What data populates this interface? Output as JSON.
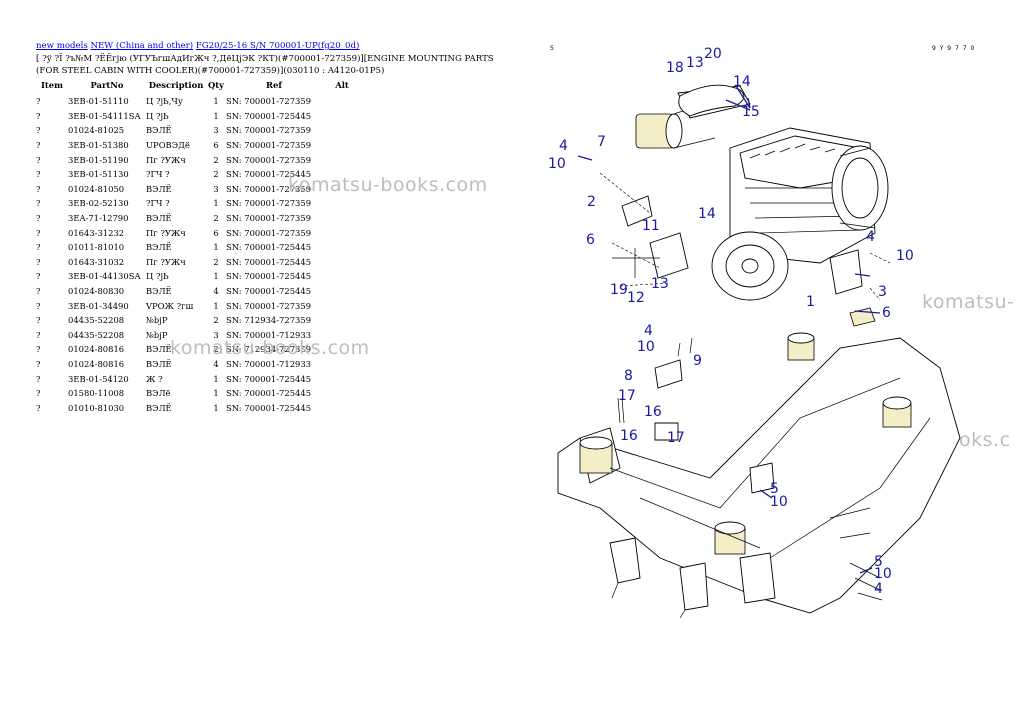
{
  "breadcrumb": {
    "link1": "new models",
    "link2": "NEW (China and other)",
    "link3": "FG20/25-16 S/N 700001-UP(fg20_0d)"
  },
  "title": "[ ?ў ?Ї ?ъ№М ?ЁЁгјю (УГУЪгшАдИгЖч ?,ДёЦјЭК ?КТ)(#700001-727359)][ENGINE MOUNTING PARTS (FOR STEEL CABIN WITH COOLER)(#700001-727359)](030110 : A4120-01P5)",
  "columns": {
    "item": "Item",
    "partno": "PartNo",
    "description": "Description",
    "qty": "Qty",
    "ref": "Ref",
    "alt": "Alt"
  },
  "rows": [
    {
      "item": "?",
      "partno": "3EB-01-51110",
      "desc": "Ц ?jЬ,Чу",
      "qty": "1",
      "ref": "SN: 700001-727359"
    },
    {
      "item": "?",
      "partno": "3EB-01-54111SA",
      "desc": "Ц ?jЬ",
      "qty": "1",
      "ref": "SN: 700001-725445"
    },
    {
      "item": "?",
      "partno": "01024-81025",
      "desc": "ВЭЛЁ",
      "qty": "3",
      "ref": "SN: 700001-727359"
    },
    {
      "item": "?",
      "partno": "3EB-01-51380",
      "desc": "UPОВЭДё",
      "qty": "6",
      "ref": "SN: 700001-727359"
    },
    {
      "item": "?",
      "partno": "3EB-01-51190",
      "desc": "Пг ?УЖч",
      "qty": "2",
      "ref": "SN: 700001-727359"
    },
    {
      "item": "?",
      "partno": "3EB-01-51130",
      "desc": "?ГЧ ?",
      "qty": "2",
      "ref": "SN: 700001-725445"
    },
    {
      "item": "?",
      "partno": "01024-81050",
      "desc": "ВЭЛЁ",
      "qty": "3",
      "ref": "SN: 700001-727359"
    },
    {
      "item": "?",
      "partno": "3EB-02-52130",
      "desc": "?ГЧ ?",
      "qty": "1",
      "ref": "SN: 700001-727359"
    },
    {
      "item": "?",
      "partno": "3EA-71-12790",
      "desc": "ВЭЛЁ",
      "qty": "2",
      "ref": "SN: 700001-727359"
    },
    {
      "item": "?",
      "partno": "01643-31232",
      "desc": "Пг ?УЖч",
      "qty": "6",
      "ref": "SN: 700001-727359"
    },
    {
      "item": "?",
      "partno": "01011-81010",
      "desc": "ВЭЛЁ",
      "qty": "1",
      "ref": "SN: 700001-725445"
    },
    {
      "item": "?",
      "partno": "01643-31032",
      "desc": "Пг ?УЖч",
      "qty": "2",
      "ref": "SN: 700001-725445"
    },
    {
      "item": "?",
      "partno": "3EB-01-44130SA",
      "desc": "Ц ?jЬ",
      "qty": "1",
      "ref": "SN: 700001-725445"
    },
    {
      "item": "?",
      "partno": "01024-80830",
      "desc": "ВЭЛЁ",
      "qty": "4",
      "ref": "SN: 700001-725445"
    },
    {
      "item": "?",
      "partno": "3EB-01-34490",
      "desc": "VPОЖ ?гш",
      "qty": "1",
      "ref": "SN: 700001-727359"
    },
    {
      "item": "?",
      "partno": "04435-52208",
      "desc": "№bjP",
      "qty": "2",
      "ref": "SN: 712934-727359"
    },
    {
      "item": "?",
      "partno": "04435-52208",
      "desc": "№bjP",
      "qty": "3",
      "ref": "SN: 700001-712933"
    },
    {
      "item": "?",
      "partno": "01024-80816",
      "desc": "ВЭЛЁ",
      "qty": "2",
      "ref": "SN: 712934-727359"
    },
    {
      "item": "?",
      "partno": "01024-80816",
      "desc": "ВЭЛЁ",
      "qty": "4",
      "ref": "SN: 700001-712933"
    },
    {
      "item": "?",
      "partno": "3EB-01-54120",
      "desc": "Ж ?",
      "qty": "1",
      "ref": "SN: 700001-725445"
    },
    {
      "item": "?",
      "partno": "01580-11008",
      "desc": "ВЭЛё",
      "qty": "1",
      "ref": "SN: 700001-725445"
    },
    {
      "item": "?",
      "partno": "01010-81030",
      "desc": "ВЭЛЁ",
      "qty": "1",
      "ref": "SN: 700001-725445"
    }
  ],
  "watermark": "komatsu-books.com",
  "watermark_partial": "komatsu-",
  "watermark_partial2": "komatsu-books.c",
  "diagram": {
    "code": "9 Y 9 7 7 0",
    "top_mark": "5",
    "callouts": [
      "20",
      "13",
      "18",
      "14",
      "15",
      "4",
      "7",
      "10",
      "2",
      "11",
      "14",
      "6",
      "19",
      "12",
      "13",
      "4",
      "10",
      "1",
      "3",
      "6",
      "4",
      "10",
      "9",
      "8",
      "17",
      "16",
      "16",
      "17",
      "5",
      "10",
      "5",
      "10",
      "4"
    ]
  },
  "colors": {
    "link": "#0000ee",
    "callout": "#1a1aa0",
    "watermark": "#bdbdbd",
    "highlight": "#f3eec8"
  }
}
